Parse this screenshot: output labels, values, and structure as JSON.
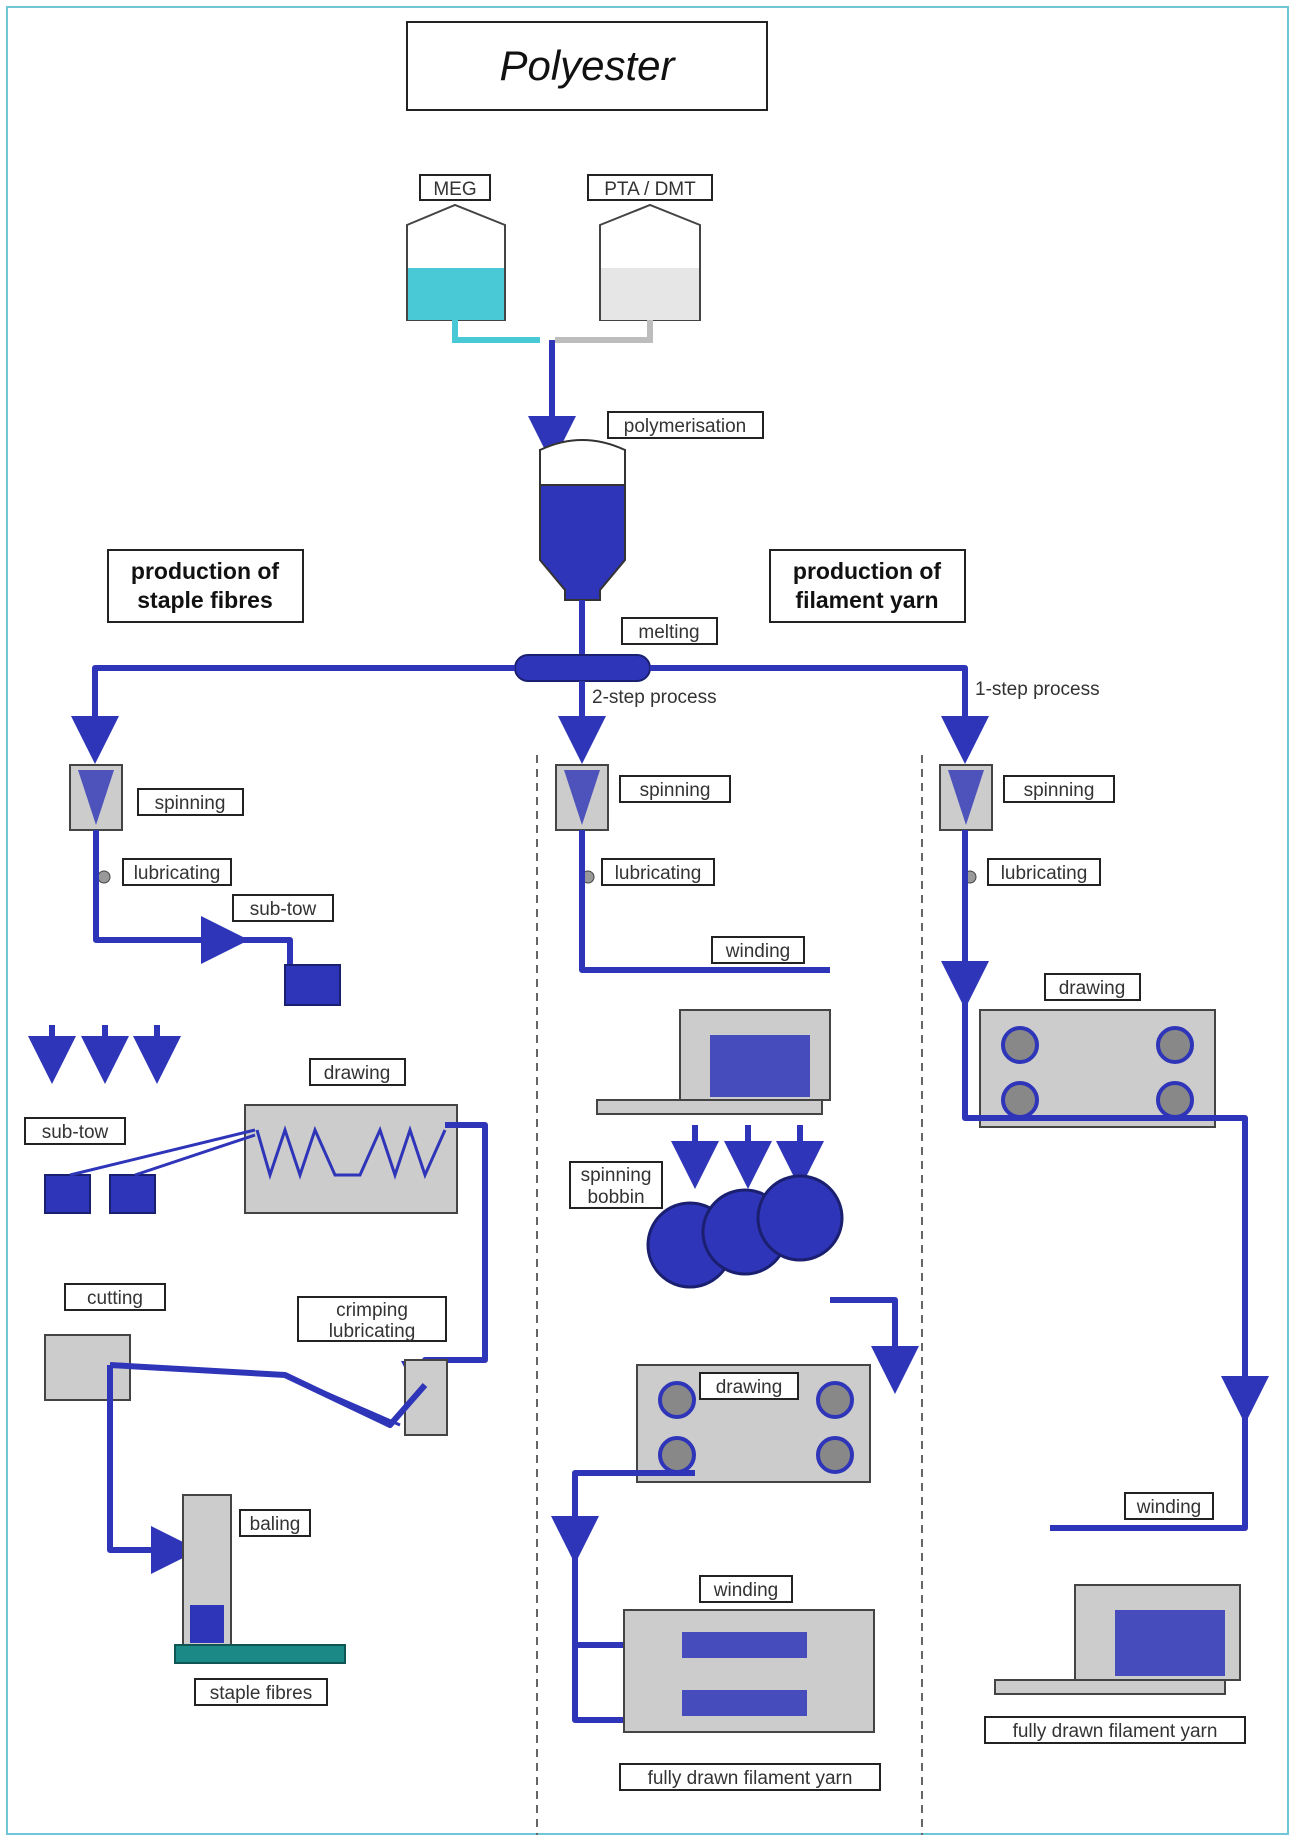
{
  "title": "Polyester",
  "raw_materials": {
    "meg": "MEG",
    "pta": "PTA / DMT"
  },
  "steps": {
    "polymerisation": "polymerisation",
    "melting": "melting",
    "two_step": "2-step process",
    "one_step": "1-step process"
  },
  "sections": {
    "staple_line1": "production of",
    "staple_line2": "staple fibres",
    "filament_line1": "production of",
    "filament_line2": "filament yarn"
  },
  "staple": {
    "spinning": "spinning",
    "lubricating": "lubricating",
    "subtow1": "sub-tow",
    "drawing": "drawing",
    "subtow2": "sub-tow",
    "cutting": "cutting",
    "crimping_line1": "crimping",
    "crimping_line2": "lubricating",
    "baling": "baling",
    "output": "staple fibres"
  },
  "two_step": {
    "spinning": "spinning",
    "lubricating": "lubricating",
    "winding1": "winding",
    "bobbin_line1": "spinning",
    "bobbin_line2": "bobbin",
    "drawing": "drawing",
    "winding2": "winding",
    "output": "fully drawn filament yarn"
  },
  "one_step": {
    "spinning": "spinning",
    "lubricating": "lubricating",
    "drawing": "drawing",
    "winding": "winding",
    "output": "fully drawn filament yarn"
  },
  "colors": {
    "flow": "#2e35b8",
    "meg": "#49c9d6",
    "pta": "#bdbdbd",
    "frame": "#6fc6d6"
  }
}
